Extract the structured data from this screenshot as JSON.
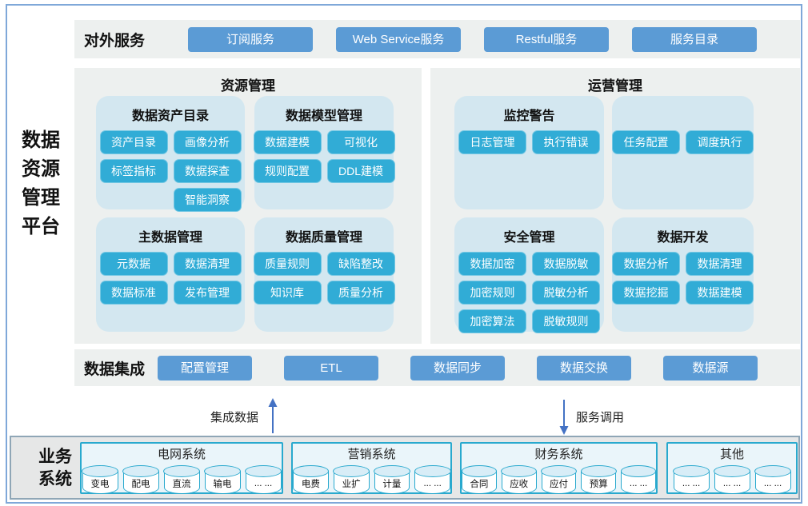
{
  "platform": {
    "line1": "数据",
    "line2": "资源",
    "line3": "管理",
    "line4": "平台"
  },
  "external_services": {
    "title": "对外服务",
    "buttons": [
      "订阅服务",
      "Web Service服务",
      "Restful服务",
      "服务目录"
    ]
  },
  "resource_mgmt": {
    "title": "资源管理",
    "asset_catalog": {
      "title": "数据资产目录",
      "buttons": [
        "资产目录",
        "画像分析",
        "标签指标",
        "数据探查",
        "智能洞察"
      ]
    },
    "model_mgmt": {
      "title": "数据模型管理",
      "buttons": [
        "数据建模",
        "可视化",
        "规则配置",
        "DDL建模"
      ]
    },
    "master_data": {
      "title": "主数据管理",
      "buttons": [
        "元数据",
        "数据清理",
        "数据标准",
        "发布管理"
      ]
    },
    "quality_mgmt": {
      "title": "数据质量管理",
      "buttons": [
        "质量规则",
        "缺陷整改",
        "知识库",
        "质量分析"
      ]
    }
  },
  "operation_mgmt": {
    "title": "运营管理",
    "monitor": {
      "title": "监控警告",
      "buttons": [
        "日志管理",
        "执行错误"
      ]
    },
    "scheduling": {
      "buttons": [
        "任务配置",
        "调度执行"
      ]
    },
    "security": {
      "title": "安全管理",
      "buttons": [
        "数据加密",
        "数据脱敏",
        "加密规则",
        "脱敏分析",
        "加密算法",
        "脱敏规则"
      ]
    },
    "development": {
      "title": "数据开发",
      "buttons": [
        "数据分析",
        "数据清理",
        "数据挖掘",
        "数据建模"
      ]
    }
  },
  "data_integration": {
    "title": "数据集成",
    "buttons": [
      "配置管理",
      "ETL",
      "数据同步",
      "数据交换",
      "数据源"
    ]
  },
  "flows": {
    "up_label": "集成数据",
    "down_label": "服务调用"
  },
  "business_systems": {
    "title_line1": "业务",
    "title_line2": "系统",
    "groups": [
      {
        "title": "电网系统",
        "items": [
          "变电",
          "配电",
          "直流",
          "输电",
          "... ..."
        ]
      },
      {
        "title": "营销系统",
        "items": [
          "电费",
          "业扩",
          "计量",
          "... ..."
        ]
      },
      {
        "title": "财务系统",
        "items": [
          "合同",
          "应收",
          "应付",
          "预算",
          "... ..."
        ]
      },
      {
        "title": "其他",
        "items": [
          "... ...",
          "... ...",
          "... ..."
        ]
      }
    ]
  },
  "colors": {
    "top_button_blue": "#5b9bd5",
    "chip_cyan": "#31acd6",
    "panel_bg": "#edf0ef",
    "inner_box_bg": "#d3e7f0",
    "frame_border": "#7fa8d9",
    "cyan_border": "#29a9ce",
    "arrow_blue": "#4472c4",
    "strip_bg": "#e6e7e7"
  }
}
